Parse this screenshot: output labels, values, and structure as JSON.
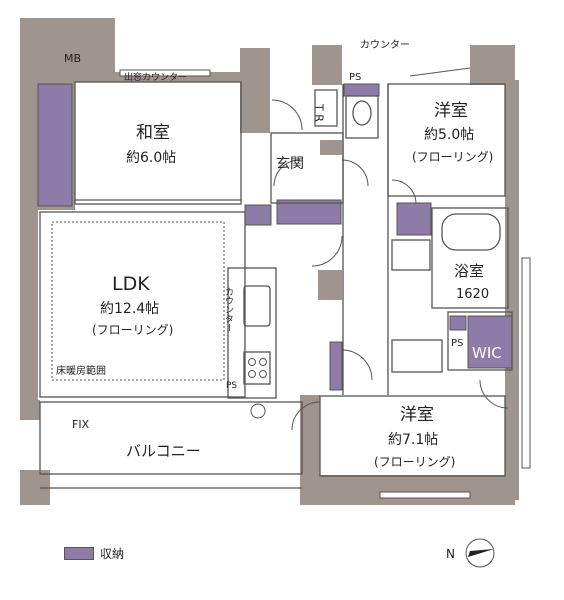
{
  "rooms": {
    "mb": "MB",
    "washitsu": {
      "name": "和室",
      "size": "約6.0帖"
    },
    "demado": "出窓カウンター",
    "ldk": {
      "name": "LDK",
      "size": "約12.4帖",
      "floor": "(フローリング)"
    },
    "yuka": "床暖房範囲",
    "counter_ldk": "カウンター",
    "ps": "PS",
    "fix": "FIX",
    "balcony": "バルコニー",
    "genkan": "玄関",
    "tr": "T R",
    "counter_top": "カウンター",
    "yoshitsu1": {
      "name": "洋室",
      "size": "約5.0帖",
      "floor": "(フローリング)"
    },
    "yokushitsu": {
      "name": "浴室",
      "size": "1620"
    },
    "wic": "WIC",
    "yoshitsu2": {
      "name": "洋室",
      "size": "約7.1帖",
      "floor": "(フローリング)"
    }
  },
  "legend": {
    "storage": "収納"
  },
  "compass": {
    "label": "N"
  },
  "colors": {
    "wall": "#9e958f",
    "storage": "#8e7ca8",
    "floor": "#ffffff",
    "line": "#555555"
  }
}
